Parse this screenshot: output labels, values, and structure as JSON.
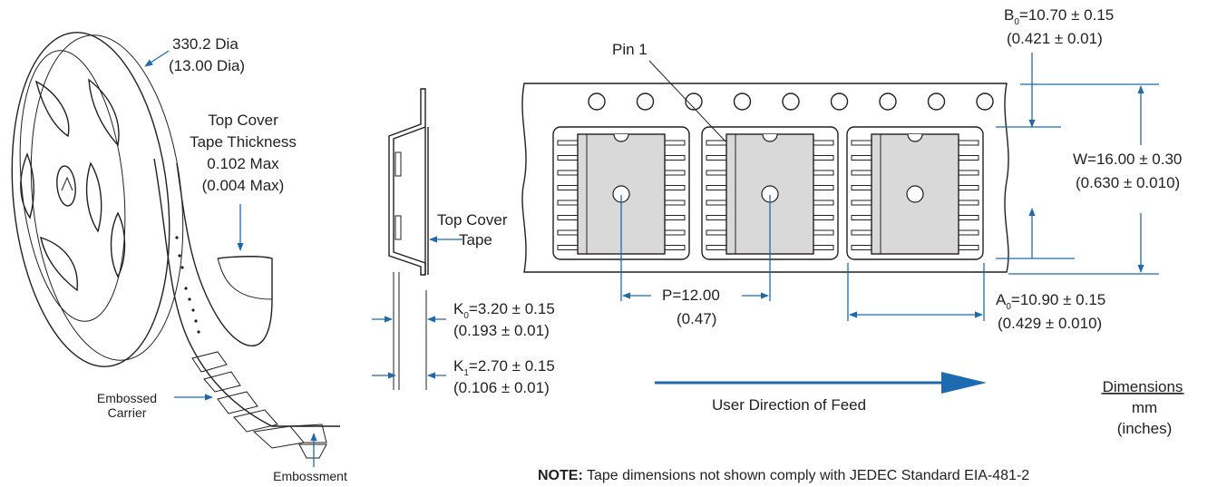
{
  "reel": {
    "diameter_mm": "330.2 Dia",
    "diameter_in": "(13.00 Dia)",
    "cover_thickness_l1": "Top Cover",
    "cover_thickness_l2": "Tape Thickness",
    "cover_thickness_l3": "0.102 Max",
    "cover_thickness_l4": "(0.004 Max)",
    "embossed_carrier_l1": "Embossed",
    "embossed_carrier_l2": "Carrier",
    "embossment": "Embossment"
  },
  "side_view": {
    "top_cover_tape_l1": "Top Cover",
    "top_cover_tape_l2": "Tape",
    "k0_prefix": "K",
    "k0_sub": "0",
    "k0_value": "=3.20 ± 0.15",
    "k0_inches": "(0.193 ± 0.01)",
    "k1_prefix": "K",
    "k1_sub": "1",
    "k1_value": "=2.70 ± 0.15",
    "k1_inches": "(0.106 ± 0.01)"
  },
  "top_view": {
    "pin1": "Pin 1",
    "b0_prefix": "B",
    "b0_sub": "0",
    "b0_value": "=10.70 ± 0.15",
    "b0_inches": "(0.421 ± 0.01)",
    "w_value": "W=16.00 ± 0.30",
    "w_inches": "(0.630 ± 0.010)",
    "p_value": "P=12.00",
    "p_inches": "(0.47)",
    "a0_prefix": "A",
    "a0_sub": "0",
    "a0_value": "=10.90 ± 0.15",
    "a0_inches": "(0.429 ± 0.010)",
    "feed_direction": "User Direction of Feed",
    "dimensions_title": "Dimensions",
    "dimensions_unit1": "mm",
    "dimensions_unit2": "(inches)"
  },
  "note": {
    "label": "NOTE:",
    "text": " Tape dimensions not shown comply with JEDEC Standard EIA-481-2"
  },
  "colors": {
    "leader_blue": "#1e6ab0",
    "component_fill": "#d9d9d9",
    "ink": "#231f20"
  }
}
